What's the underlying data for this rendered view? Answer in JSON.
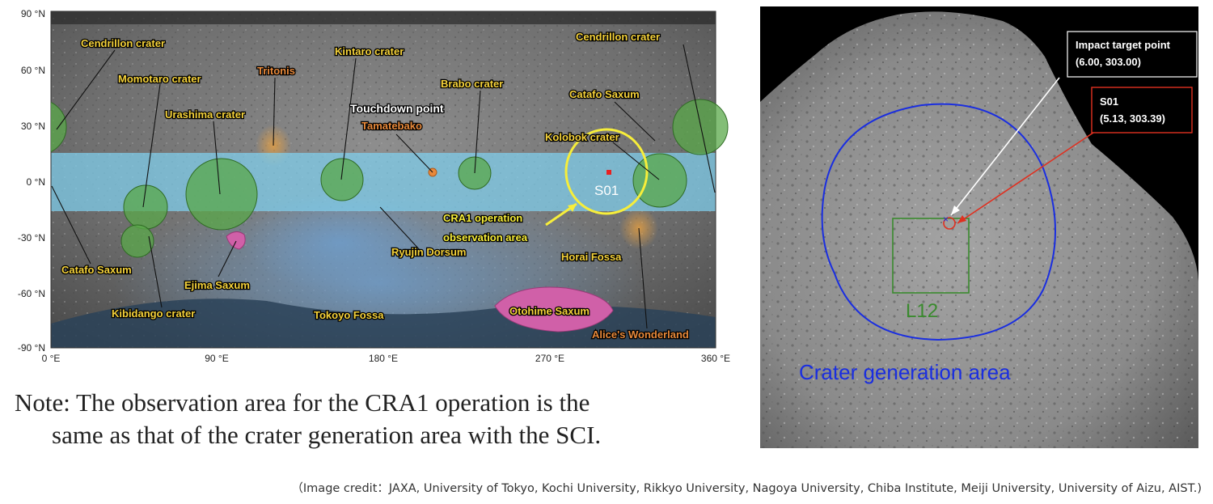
{
  "map": {
    "y_ticks": [
      "90 °N",
      "60 °N",
      "30 °N",
      "0 °N",
      "-30 °N",
      "-60 °N",
      "-90 °N"
    ],
    "x_ticks": [
      "0 °E",
      "90 °E",
      "180 °E",
      "270 °E",
      "360 °E"
    ],
    "features": {
      "cendrillon_left": "Cendrillon crater",
      "cendrillon_right": "Cendrillon crater",
      "momotaro": "Momotaro crater",
      "tritonis": "Tritonis",
      "kintaro": "Kintaro crater",
      "brabo": "Brabo crater",
      "catafo_right": "Catafo Saxum",
      "urashima": "Urashima crater",
      "touchdown": "Touchdown point",
      "tamatebako": "Tamatebako",
      "kolobok": "Kolobok crater",
      "s01": "S01",
      "cra1_line1": "CRA1 operation",
      "cra1_line2": "observation area",
      "ryujin": "Ryujin Dorsum",
      "horai": "Horai Fossa",
      "catafo_left": "Catafo Saxum",
      "ejima": "Ejima Saxum",
      "kibidango": "Kibidango crater",
      "tokoyo": "Tokoyo Fossa",
      "otohime": "Otohime Saxum",
      "alice": "Alice's Wonderland"
    }
  },
  "photo": {
    "impact_title": "Impact target point",
    "impact_coords": "(6.00, 303.00)",
    "s01_title": "S01",
    "s01_coords": "(5.13, 303.39)",
    "l12_label": "L12",
    "crater_area_label": "Crater generation area"
  },
  "note": {
    "line1": "Note: The observation area for the CRA1 operation is the",
    "line2": "same as that of the crater generation area with the SCI."
  },
  "credit": "（Image credit：JAXA, University of Tokyo, Kochi University, Rikkyo University, Nagoya University, Chiba Institute, Meiji University, University of Aizu, AIST.)",
  "colors": {
    "crater_green": "#5aa84a",
    "band_blue": "#7fd0ee",
    "label_yellow": "#f5d23a",
    "label_orange": "#e8893a",
    "ring_yellow": "#f7ee3a",
    "saxum_pink": "#d060a8",
    "crater_outline_blue": "#1a2ee0",
    "l12_green": "#3a8a2e",
    "pointer_red": "#e03020"
  }
}
